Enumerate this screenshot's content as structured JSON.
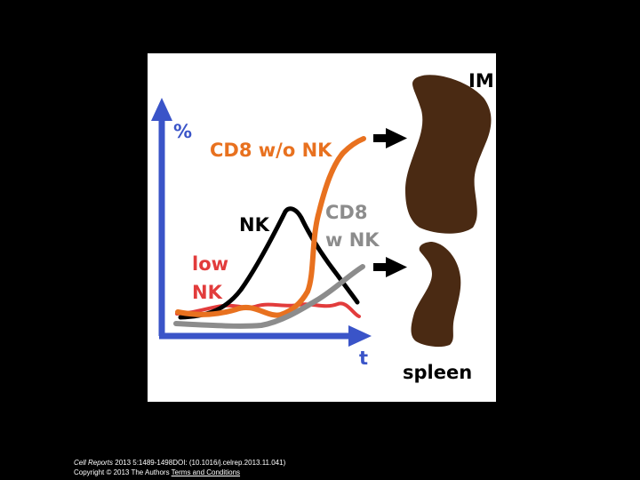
{
  "figure": {
    "y_axis_label": "%",
    "x_axis_label": "t",
    "curves": {
      "cd8_without_nk": {
        "label": "CD8 w/o NK",
        "color": "#e8711f"
      },
      "nk": {
        "label": "NK",
        "color": "#000000"
      },
      "cd8_with_nk": {
        "label_line1": "CD8",
        "label_line2": "w NK",
        "color": "#8c8c8c"
      },
      "low_nk": {
        "label_line1": "low",
        "label_line2": "NK",
        "color": "#e23c3c"
      }
    },
    "organs": {
      "im_label": "IM",
      "spleen_label": "spleen",
      "color": "#4a2a13"
    },
    "axis_color": "#3a54c8"
  },
  "footer": {
    "journal": "Cell Reports",
    "citation": " 2013 5:1489-1498DOI: (10.1016/j.celrep.2013.11.041)",
    "copyright": "Copyright © 2013 The Authors ",
    "terms_link": "Terms and Conditions"
  }
}
